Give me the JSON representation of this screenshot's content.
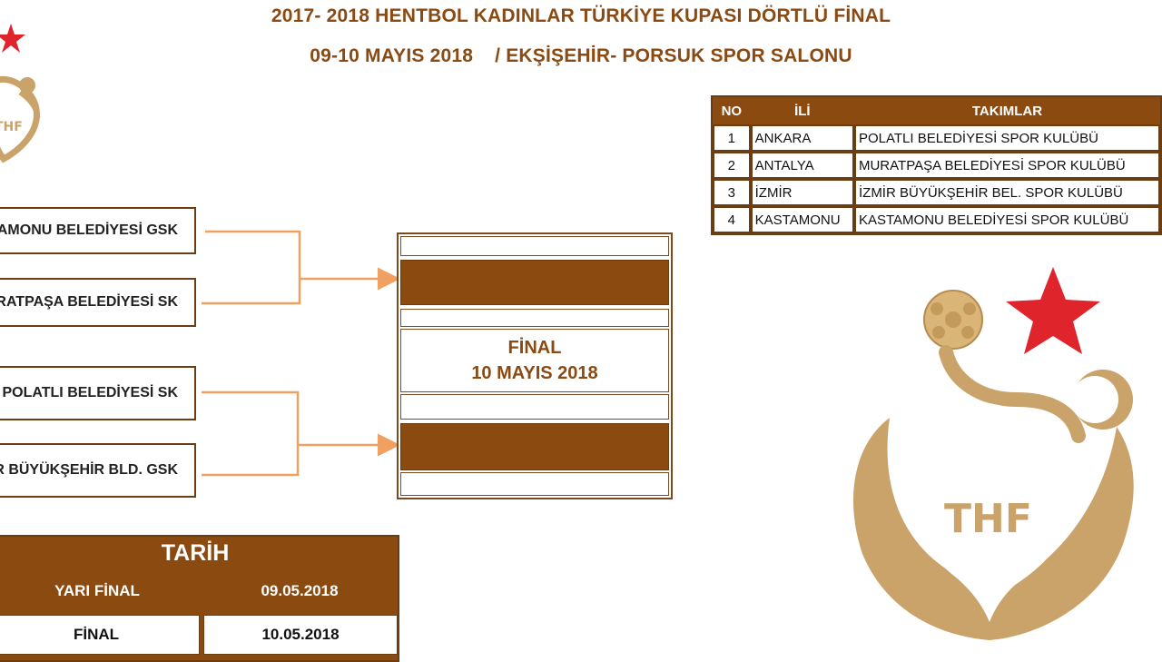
{
  "header": {
    "title_line1": "2017- 2018 HENTBOL KADINLAR TÜRKİYE KUPASI DÖRTLÜ FİNAL",
    "date": "09-10 MAYIS 2018",
    "venue": "/ EKŞİŞEHİR- PORSUK SPOR SALONU"
  },
  "bracket": {
    "teams": [
      "KASTAMONU BELEDİYESİ GSK",
      "MURATPAŞA BELEDİYESİ SK",
      "POLATLI BELEDİYESİ SK",
      "İZMİR BÜYÜKŞEHİR BLD. GSK"
    ],
    "final_label": "FİNAL",
    "final_date": "10 MAYIS 2018"
  },
  "teams_table": {
    "headers": [
      "NO",
      "İLİ",
      "TAKIMLAR"
    ],
    "rows": [
      {
        "no": "1",
        "city": "ANKARA",
        "team": "POLATLI BELEDİYESİ SPOR KULÜBÜ"
      },
      {
        "no": "2",
        "city": "ANTALYA",
        "team": "MURATPAŞA BELEDİYESİ SPOR KULÜBÜ"
      },
      {
        "no": "3",
        "city": "İZMİR",
        "team": "İZMİR BÜYÜKŞEHİR BEL. SPOR KULÜBÜ"
      },
      {
        "no": "4",
        "city": "KASTAMONU",
        "team": "KASTAMONU BELEDİYESİ SPOR KULÜBÜ"
      }
    ]
  },
  "schedule": {
    "title": "TARİH",
    "rows": [
      {
        "stage": "YARI FİNAL",
        "date": "09.05.2018"
      },
      {
        "stage": "FİNAL",
        "date": "10.05.2018"
      }
    ]
  },
  "logo": {
    "text": "THF"
  },
  "colors": {
    "brand_brown": "#8b4a0f",
    "title_brown": "#8a4a12",
    "connector_orange": "#f0a060",
    "gold": "#c9a36a",
    "star_red": "#e0242c"
  }
}
